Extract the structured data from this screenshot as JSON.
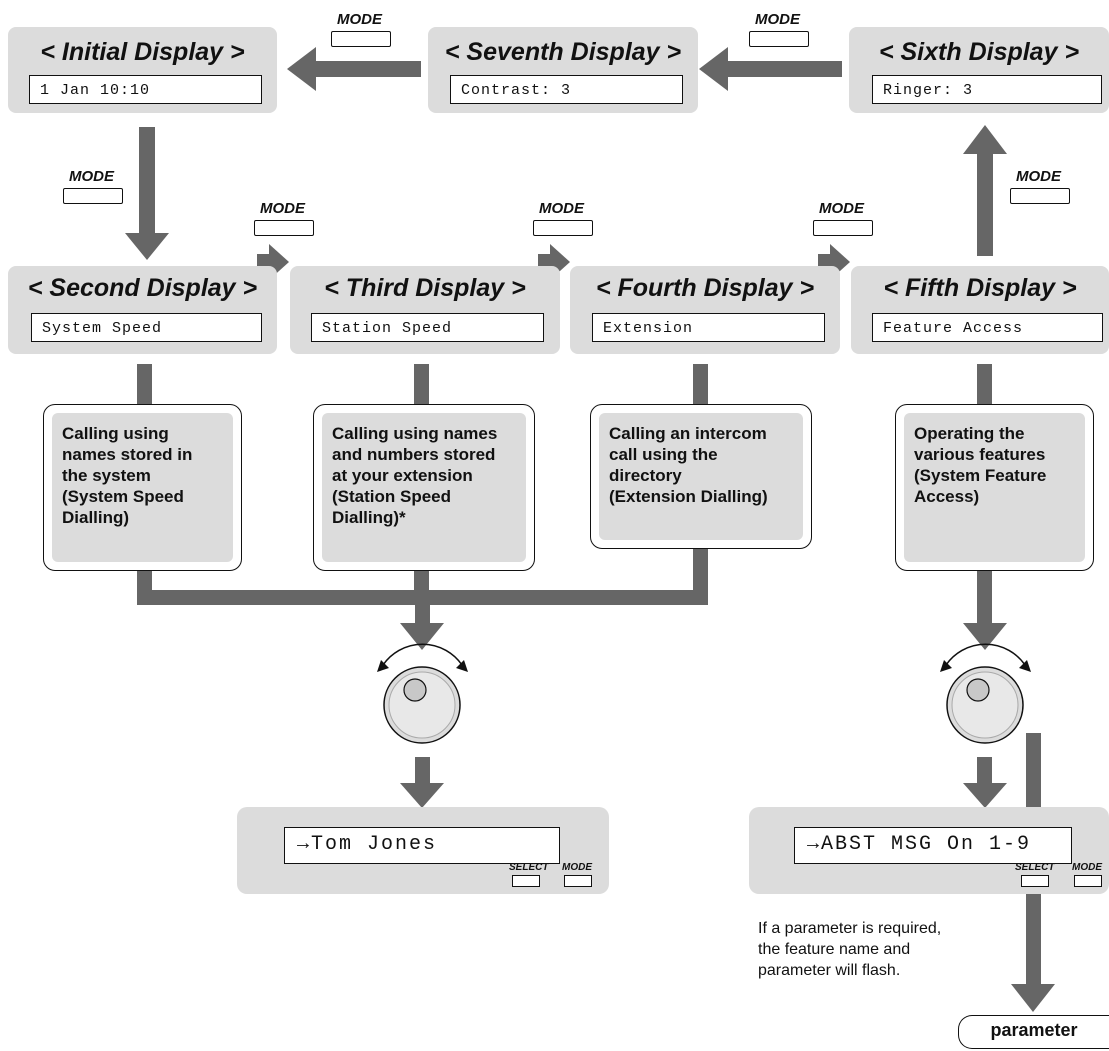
{
  "mode_label": "MODE",
  "select_label": "SELECT",
  "displays": {
    "initial": {
      "title": "< Initial Display >",
      "lcd": "1 Jan 10:10"
    },
    "seventh": {
      "title": "< Seventh Display >",
      "lcd": "Contrast: 3"
    },
    "sixth": {
      "title": "< Sixth Display >",
      "lcd": "Ringer: 3"
    },
    "second": {
      "title": "< Second Display >",
      "lcd": "System Speed"
    },
    "third": {
      "title": "< Third Display >",
      "lcd": "Station Speed"
    },
    "fourth": {
      "title": "< Fourth Display >",
      "lcd": "Extension"
    },
    "fifth": {
      "title": "< Fifth Display >",
      "lcd": "Feature Access"
    }
  },
  "descriptions": {
    "second": "Calling using\nnames stored in\nthe system\n(System Speed\nDialling)",
    "third": "Calling using names\nand numbers stored\nat your extension\n(Station Speed\nDialling)*",
    "fourth": "Calling an intercom\ncall using the\ndirectory\n(Extension Dialling)",
    "fifth": "Operating the\nvarious features\n(System Feature\nAccess)"
  },
  "result_left": "→Tom Jones",
  "result_right": "→ABST MSG On 1-9",
  "parameter_note": "If a parameter is required,\nthe feature name and\nparameter will flash.",
  "parameter_label": "parameter",
  "colors": {
    "panel": "#dcdcdc",
    "arrow": "#666666",
    "outline": "#111111"
  }
}
